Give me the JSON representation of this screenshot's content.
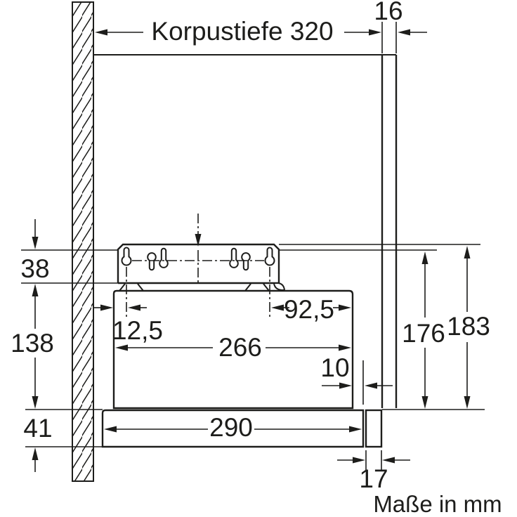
{
  "diagram": {
    "units_note": "Maße in mm",
    "colors": {
      "line": "#1d1d1b",
      "background": "#ffffff"
    },
    "dimensions": {
      "korpustiefe": "Korpustiefe 320",
      "panel_thickness": "16",
      "bracket_band_height": "38",
      "body_height": "138",
      "drawer_height": "41",
      "keyhole_offset_left": "12,5",
      "body_depth": "266",
      "keyhole_offset_right": "92,5",
      "front_gap": "10",
      "drawer_depth": "290",
      "front_strip_thickness": "17",
      "height_to_keyhole_top": "176",
      "height_to_bracket_top": "183"
    }
  }
}
